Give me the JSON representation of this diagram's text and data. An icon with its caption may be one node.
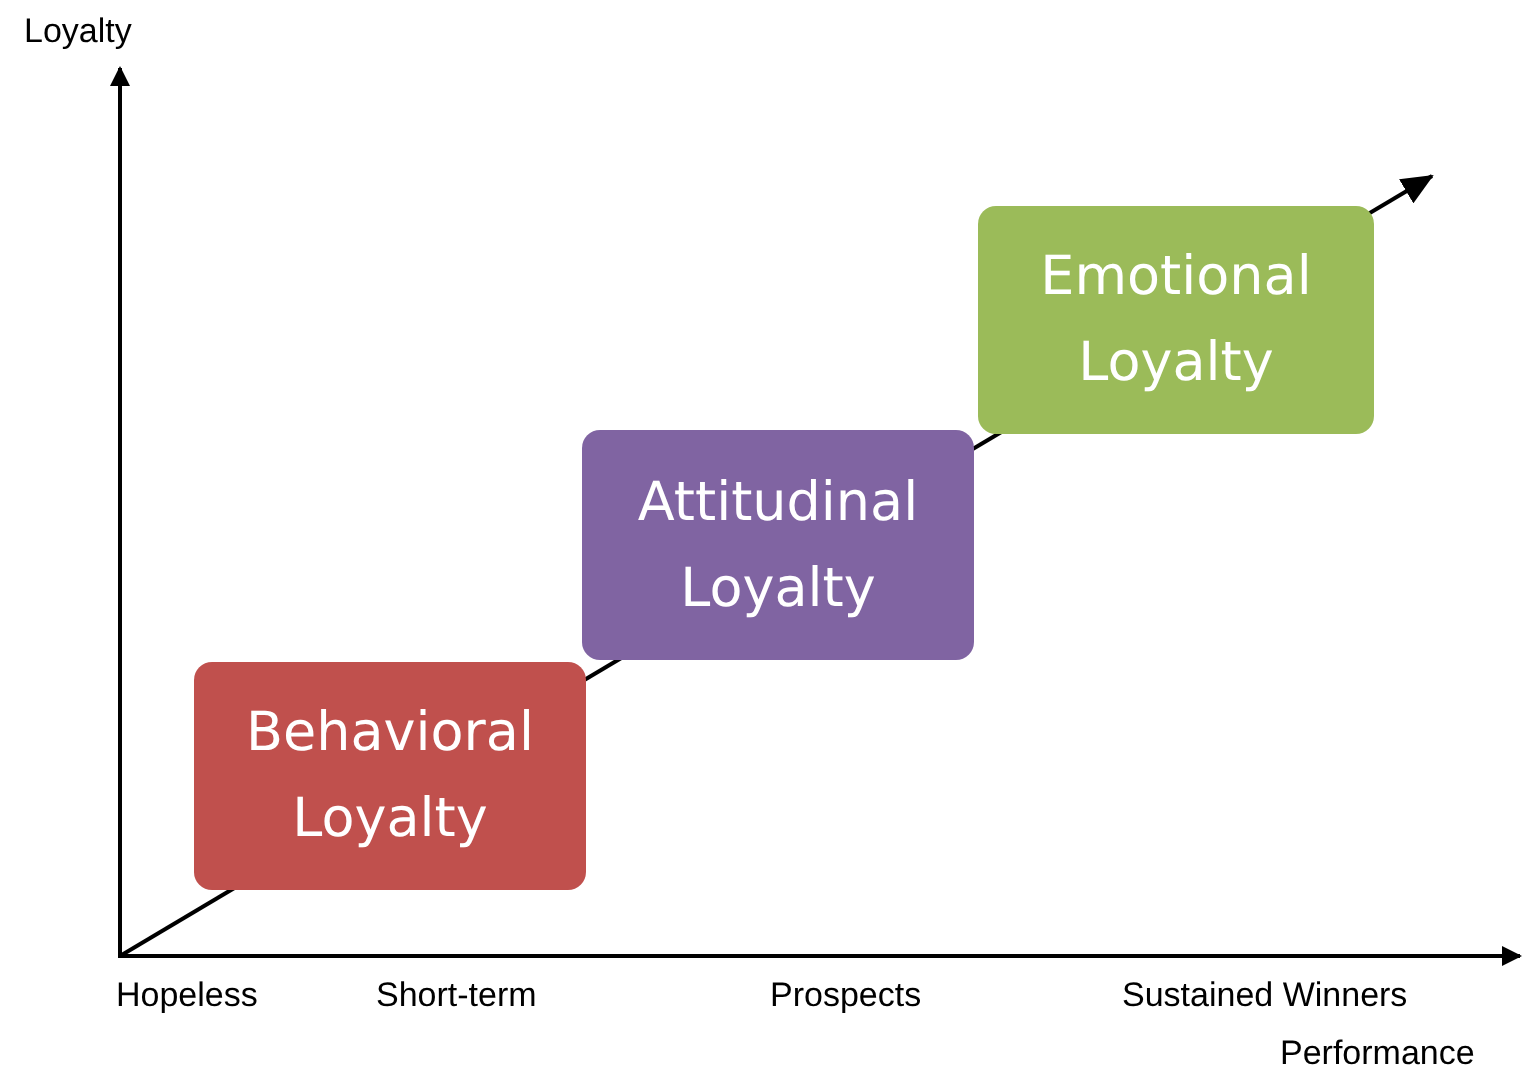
{
  "diagram": {
    "nodes": [
      {
        "text": [
          "Behavioral Loyalty"
        ]
      },
      {
        "text": [
          "Attitudinal Loyalty"
        ]
      },
      {
        "text": [
          "Emotional Loyalty"
        ]
      }
    ],
    "labels": [
      "Loyalty",
      "Hopeless",
      "Short-term",
      "Prospects",
      "Sustained Winners",
      "Performance"
    ]
  }
}
